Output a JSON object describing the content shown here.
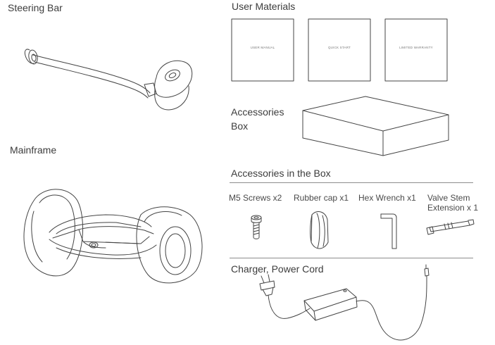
{
  "sections": {
    "steering_bar": "Steering Bar",
    "mainframe": "Mainframe",
    "user_materials": "User Materials",
    "accessories_box_line1": "Accessories",
    "accessories_box_line2": "Box",
    "accessories_in_box": "Accessories in the Box",
    "charger": "Charger, Power Cord"
  },
  "booklets": [
    "USER MANUAL",
    "QUICK START",
    "LIMITED WARRANTY"
  ],
  "accessories": {
    "screws": "M5 Screws x2",
    "rubber_cap": "Rubber cap x1",
    "hex_wrench": "Hex Wrench x1",
    "valve_stem_line1": "Valve Stem",
    "valve_stem_line2": "Extension x 1"
  }
}
